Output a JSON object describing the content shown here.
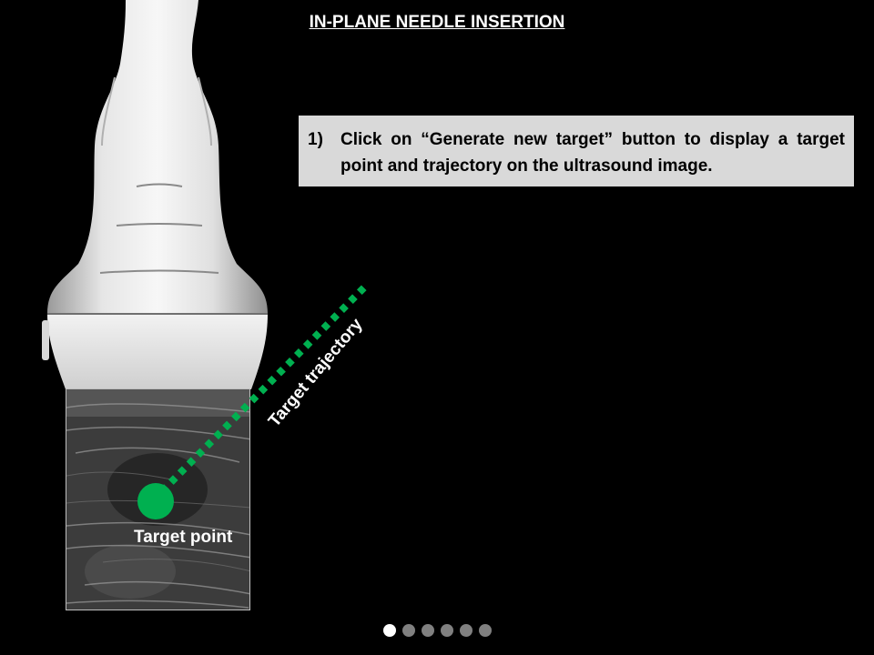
{
  "title": "IN-PLANE NEEDLE INSERTION",
  "instruction": {
    "number": "1)",
    "text": "Click on “Generate new target” button to display a target point and trajectory on the ultrasound image."
  },
  "labels": {
    "target_point": "Target point",
    "target_trajectory": "Target trajectory"
  },
  "colors": {
    "background": "#000000",
    "target_green": "#00b050",
    "instruction_bg": "#d9d9d9",
    "dot_active": "#ffffff",
    "dot_inactive": "#808080"
  },
  "pagination": {
    "total": 6,
    "active_index": 0
  }
}
